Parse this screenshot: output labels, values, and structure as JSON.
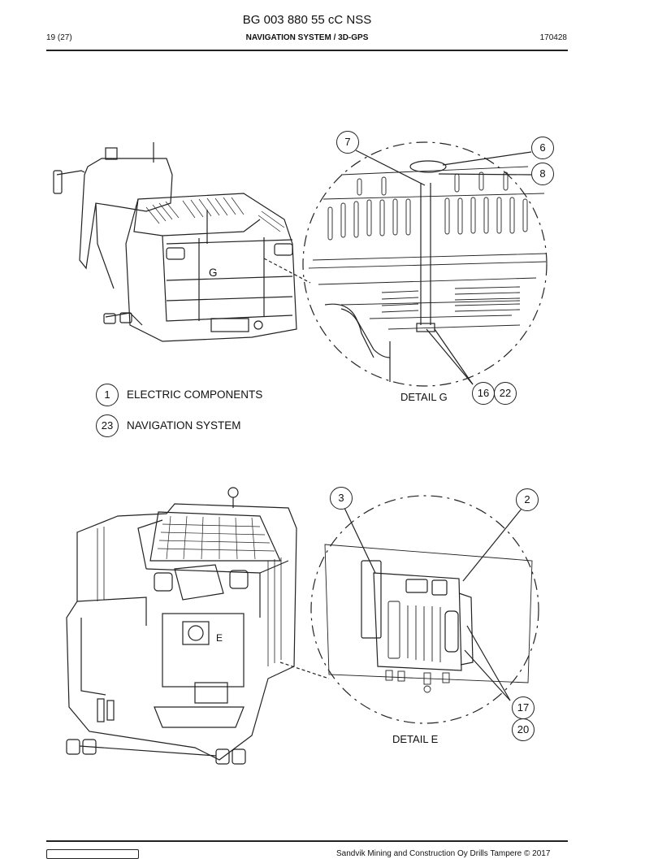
{
  "header": {
    "doc_number": "BG 003 880 55 cC NSS",
    "page": "19 (27)",
    "section": "NAVIGATION SYSTEM / 3D-GPS",
    "date": "170428"
  },
  "callouts": {
    "c7": "7",
    "c6": "6",
    "c8": "8",
    "c16": "16",
    "c22": "22",
    "c3": "3",
    "c2": "2",
    "c17": "17",
    "c20": "20",
    "c1": "1",
    "c23": "23"
  },
  "view_letters": {
    "g": "G",
    "e": "E"
  },
  "legend": [
    {
      "number": "1",
      "label": "ELECTRIC COMPONENTS"
    },
    {
      "number": "23",
      "label": "NAVIGATION SYSTEM"
    }
  ],
  "details": {
    "g": "DETAIL G",
    "e": "DETAIL E"
  },
  "footer": {
    "copyright": "Sandvik Mining and Construction Oy Drills Tampere © 2017"
  }
}
